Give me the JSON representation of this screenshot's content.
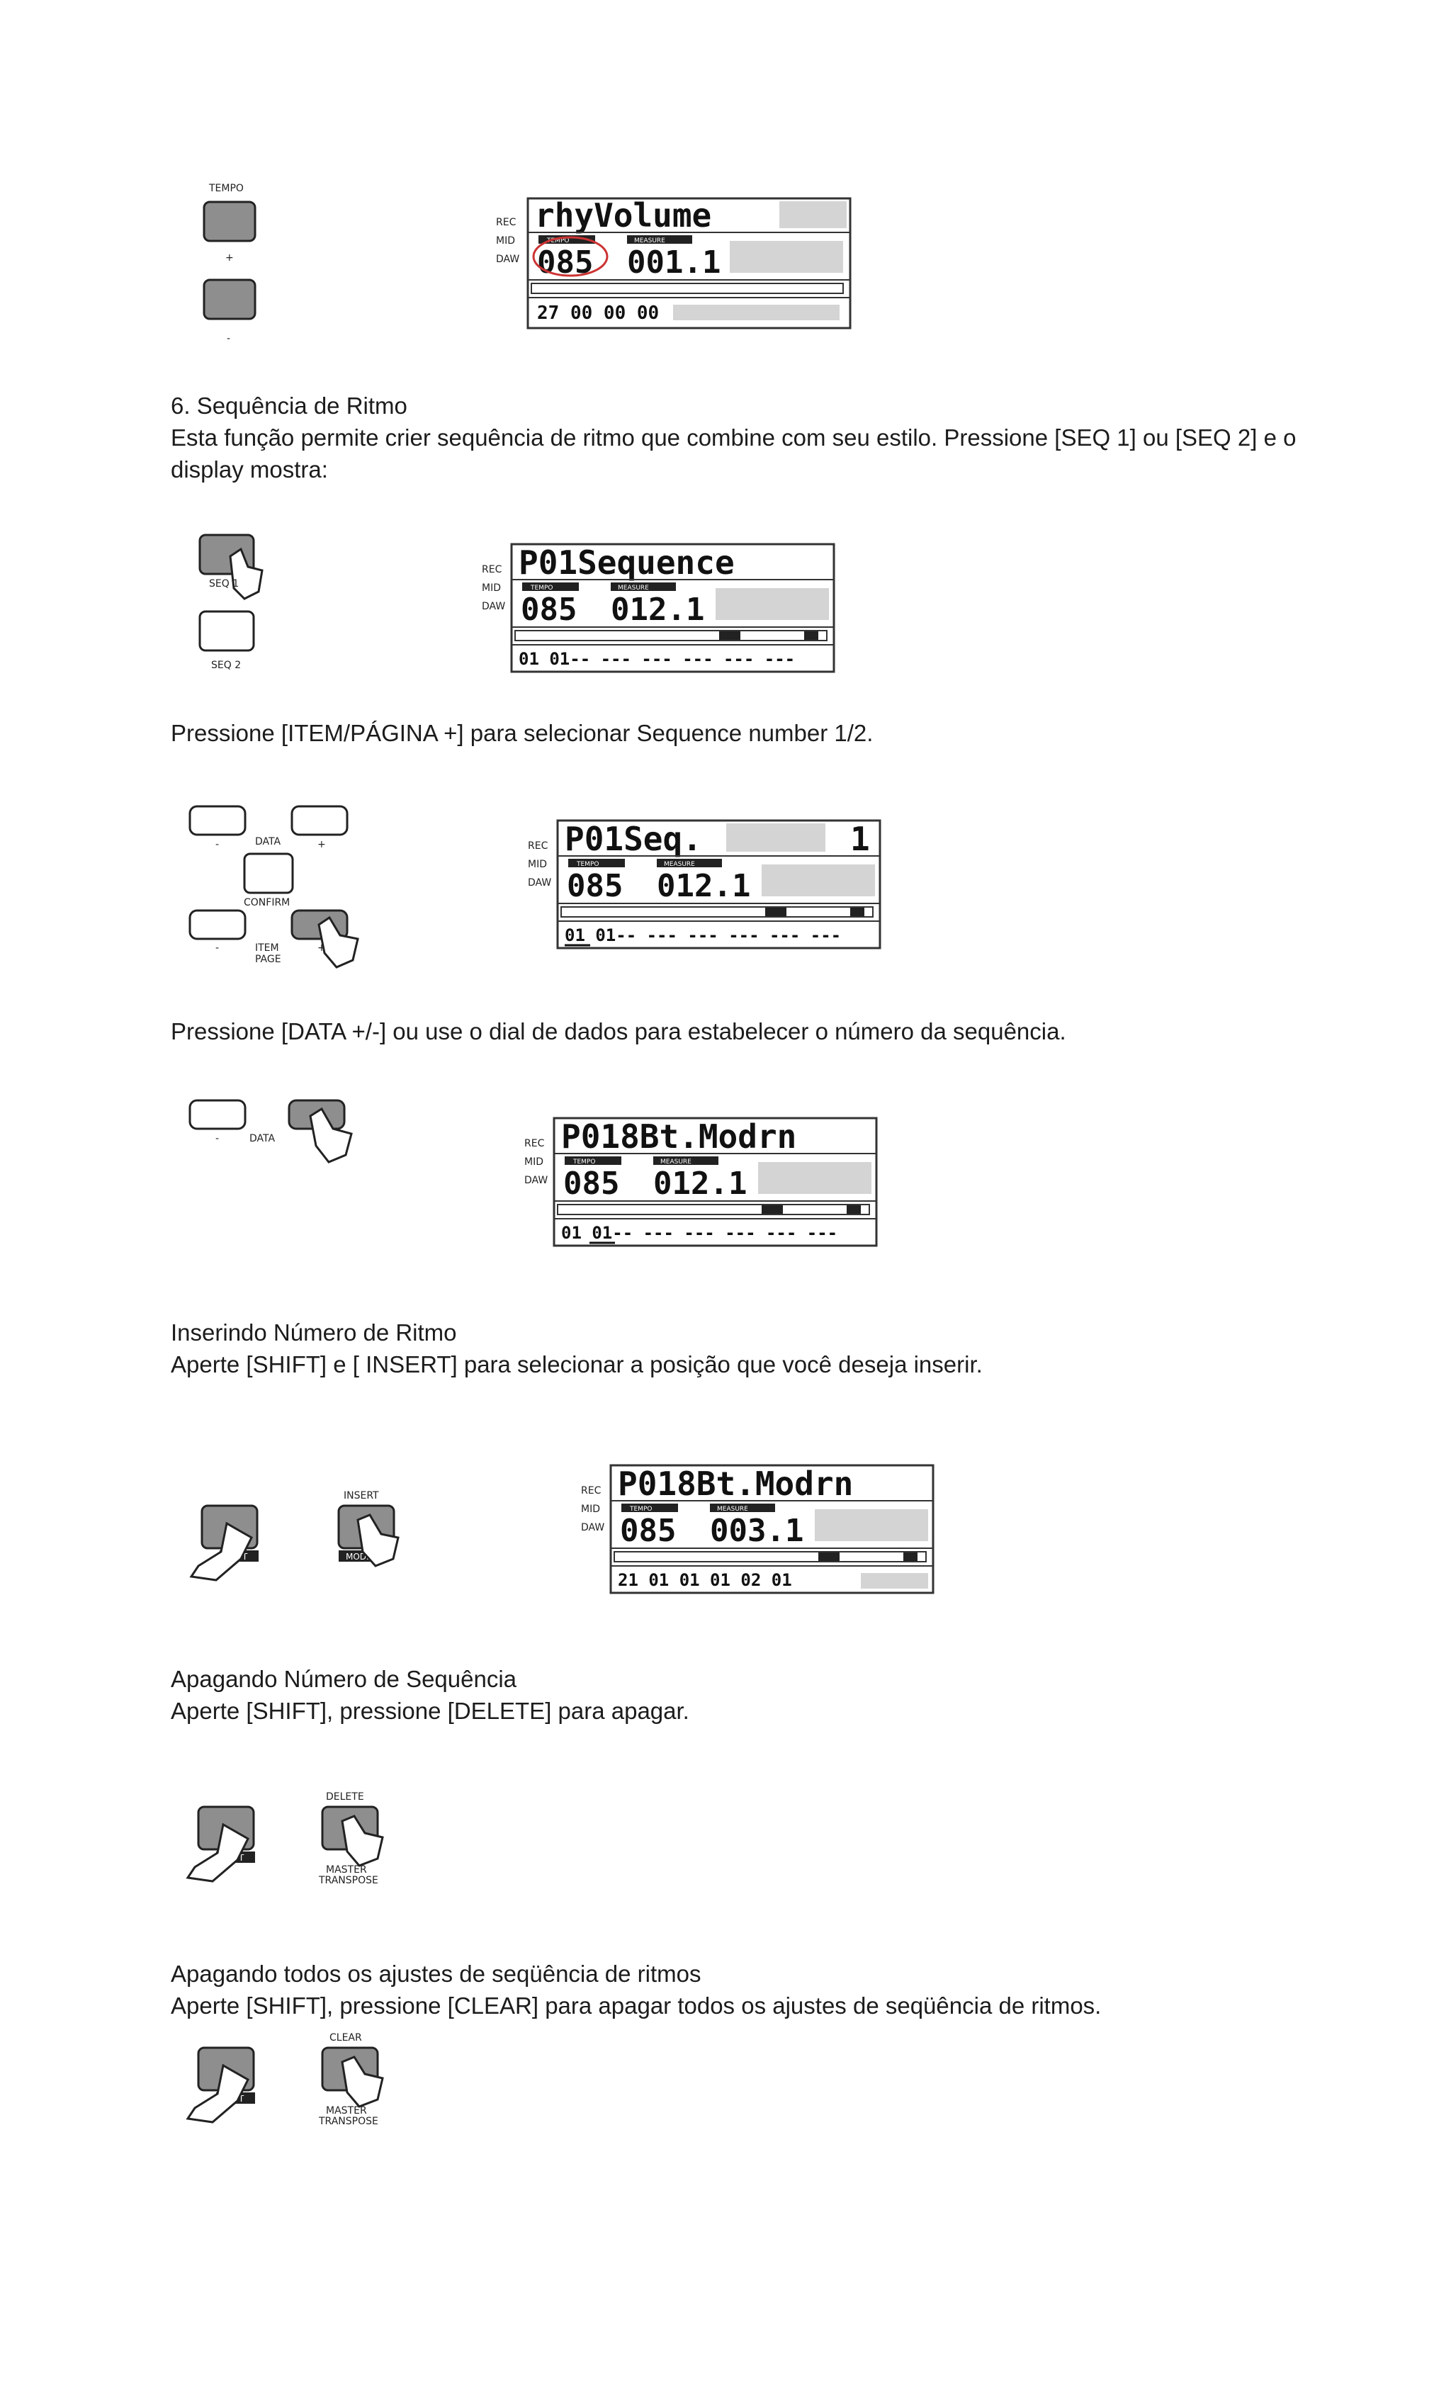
{
  "paragraphs": {
    "seq_heading": "6. Sequência de Ritmo",
    "seq_intro": "Esta função permite crier sequência de ritmo que combine com seu estilo. Pressione [SEQ 1] ou [SEQ 2] e o display mostra:",
    "item_page": "Pressione [ITEM/PÁGINA +]  para selecionar Sequence number 1/2.",
    "data_dial": "Pressione [DATA  +/-]  ou use o dial de dados para estabelecer o número da sequência.",
    "insert_heading": "Inserindo Número de Ritmo",
    "insert_text": "Aperte [SHIFT] e [ INSERT] para selecionar a posição que você deseja inserir.",
    "delete_heading": "Apagando Número de Sequência",
    "delete_text": "Aperte [SHIFT], pressione [DELETE]  para apagar.",
    "clear_heading": "Apagando todos os ajustes de seqüência de ritmos",
    "clear_text": "Aperte [SHIFT], pressione [CLEAR]  para apagar todos os ajustes de seqüência de ritmos."
  },
  "panels": {
    "tempo": {
      "label": "TEMPO",
      "plus": "+",
      "minus": "-"
    },
    "seq": {
      "seq1": "SEQ 1",
      "seq2": "SEQ 2"
    },
    "data": {
      "minus": "-",
      "plus": "+",
      "label": "DATA",
      "confirm": "CONFIRM",
      "item": "ITEM",
      "page": "PAGE"
    },
    "shift": {
      "shift": "SHIFT",
      "insert": "INSERT",
      "mode": "MODE",
      "delete": "DELETE",
      "clear": "CLEAR",
      "master": "MASTER",
      "transpose": "TRANSPOSE"
    }
  },
  "lcd": {
    "side_labels": [
      "REC",
      "MID",
      "DAW"
    ],
    "tempo_tag": "TEMPO",
    "measure_tag": "MEASURE",
    "screen1": {
      "top": "rhyVolume",
      "tempo": "085",
      "measure": "001.1",
      "bottom": "27 00 00 00"
    },
    "screen2": {
      "top": "P01Sequence",
      "tempo": "085",
      "measure": "012.1",
      "bottom": "01 01-- --- --- --- --- ---"
    },
    "screen3": {
      "top": "P01Seq.",
      "num": "1",
      "tempo": "085",
      "measure": "012.1",
      "bottom": "01 01-- --- --- --- --- ---"
    },
    "screen4": {
      "top": "P018Bt.Modrn",
      "tempo": "085",
      "measure": "012.1",
      "bottom": "01 01-- --- --- --- --- ---"
    },
    "screen5": {
      "top": "P018Bt.Modrn",
      "tempo": "085",
      "measure": "003.1",
      "bottom": "21 01 01 01 02 01"
    }
  }
}
